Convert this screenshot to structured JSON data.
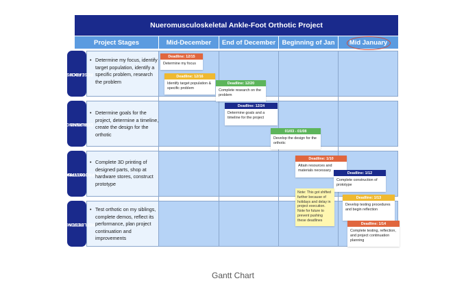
{
  "title": "Nueromusculoskeletal Ankle-Foot Orthotic Project",
  "columns": [
    "Project Stages",
    "Mid-December",
    "End of December",
    "Beginning of Jan",
    "Mid January"
  ],
  "stages": [
    {
      "label": "FOCUS & RESEARCH",
      "line1": "FOCUS &",
      "line2": "RESEARCH",
      "description": "Determine my focus, identify target population, identify a specific problem, research the problem"
    },
    {
      "label": "PLANNING AND DESIGNING",
      "line1": "PLANNING AND",
      "line2": "DESIGNING",
      "description": "Determine goals for the project, determine a timeline, create the design for the orthotic"
    },
    {
      "label": "CONSTRUCTION & PROTOTYPING",
      "line1": "CONSTRUCTION",
      "line2": "& PROTOTYPING",
      "description": "Complete 3D printing of designed parts, shop at hardware stores, construct prototype"
    },
    {
      "label": "TESTING & REFLECTION",
      "line1": "TESTING &",
      "line2": "REFLECTION",
      "description": "Test orthotic on my siblings, complete demos, reflect its performance, plan project continuation and improvements"
    }
  ],
  "tasks": [
    {
      "deadline": "Deadline: 12/15",
      "text": "Determine my focus",
      "color": "#e0663e"
    },
    {
      "deadline": "Deadline: 12/16",
      "text": "Identify target population & specific problem",
      "color": "#efb930"
    },
    {
      "deadline": "Deadline: 12/20",
      "text": "Complete research on the problem",
      "color": "#5db55b"
    },
    {
      "deadline": "Deadline: 12/24",
      "text": "Determine goals and a timeline for the project",
      "color": "#1a2a8c"
    },
    {
      "deadline": "01/03 - 01/08",
      "text": "Develop the design for the orthotic",
      "color": "#5db55b"
    },
    {
      "deadline": "Deadline: 1/10",
      "text": "Attain resources and materials necessary",
      "color": "#e0663e"
    },
    {
      "deadline": "Deadline: 1/12",
      "text": "Complete construction of prototype",
      "color": "#1a2a8c"
    },
    {
      "deadline": "Deadline: 1/13",
      "text": "Develop testing procedures and begin reflection",
      "color": "#efb930"
    },
    {
      "deadline": "Deadline: 1/14",
      "text": "Complete testing, reflection, and project continuation planning",
      "color": "#e0663e"
    }
  ],
  "note": "Note: This got shifted further because of holidays and delay in project execution. Note for future to prevent pushing these deadlines",
  "caption": "Gantt Chart"
}
